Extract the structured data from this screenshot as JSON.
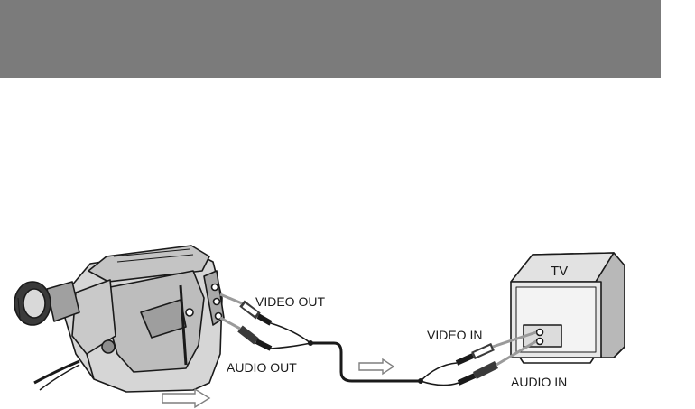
{
  "labels": {
    "tv": "TV",
    "video_out": "VIDEO OUT",
    "audio_out": "AUDIO OUT",
    "video_in": "VIDEO IN",
    "audio_in": "AUDIO IN"
  },
  "colors": {
    "header_band": "#7b7b7b",
    "line_art": "#1a1a1a",
    "device_body": "#d6d6d6",
    "signal_arrow": "#9a9a9a"
  },
  "icons": {
    "camcorder": "camcorder-icon",
    "television": "tv-icon",
    "cable": "av-cable",
    "flow_arrow": "signal-direction-arrow"
  }
}
